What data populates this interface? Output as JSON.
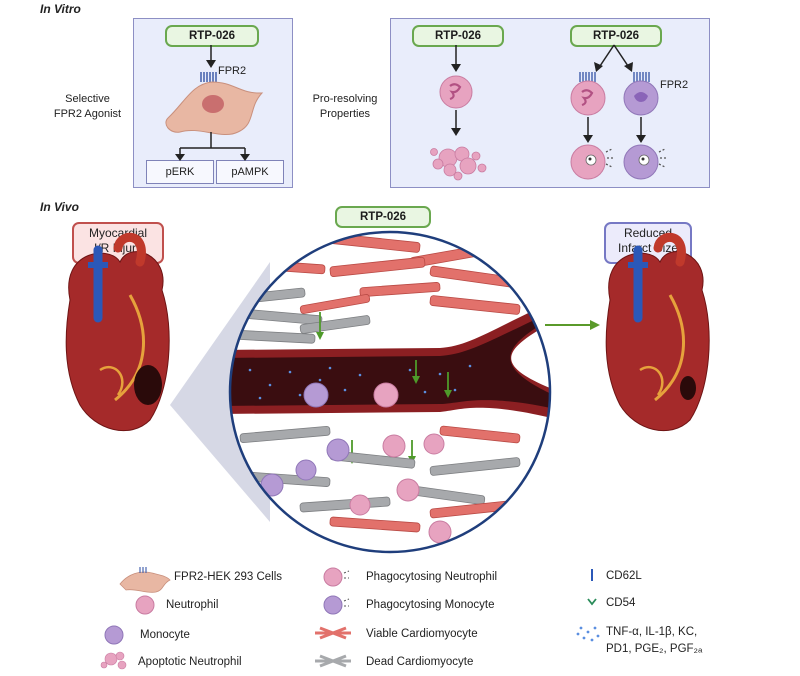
{
  "in_vitro": {
    "title": "In Vitro",
    "left_panel": {
      "drug": "RTP-026",
      "receptor": "FPR2",
      "side_label_1": "Selective",
      "side_label_2": "FPR2 Agonist",
      "out1": "pERK",
      "out2": "pAMPK"
    },
    "right_panel": {
      "drug1": "RTP-026",
      "drug2": "RTP-026",
      "receptor": "FPR2",
      "side_label_1": "Pro-resolving",
      "side_label_2": "Properties"
    }
  },
  "in_vivo": {
    "title": "In Vivo",
    "drug": "RTP-026",
    "left_badge_1": "Myocardial",
    "left_badge_2": "I/R Injury",
    "right_badge_1": "Reduced",
    "right_badge_2": "Infarct Size"
  },
  "legend": {
    "fpr2_cells": "FPR2-HEK 293 Cells",
    "neutrophil": "Neutrophil",
    "monocyte": "Monocyte",
    "apoptotic": "Apoptotic Neutrophil",
    "phago_neutrophil": "Phagocytosing Neutrophil",
    "phago_monocyte": "Phagocytosing Monocyte",
    "viable": "Viable Cardiomyocyte",
    "dead": "Dead Cardiomyocyte",
    "cd62l": "CD62L",
    "cd54": "CD54",
    "cytokines_1": "TNF-α, IL-1β, KC,",
    "cytokines_2": "PD1, PGE₂, PGF₂ₐ"
  }
}
